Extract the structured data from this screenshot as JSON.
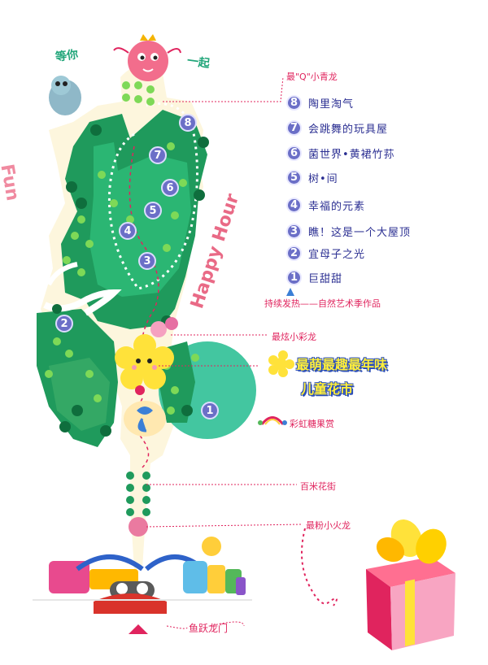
{
  "top_slogan": {
    "left": "等你",
    "right": "一起"
  },
  "side_texts": {
    "fun": "Fun",
    "happy_hour": "Happy Hour"
  },
  "callouts": {
    "top_dragon": "最\"Q\"小青龙",
    "mid_dragon": "最炫小彩龙",
    "flower_street": "百米花街",
    "pink_dragon": "最粉小火龙",
    "gate": "鱼跃龙门",
    "rainbow": "彩虹糖果赏"
  },
  "legend": [
    {
      "num": "8",
      "label": "陶里淘气"
    },
    {
      "num": "7",
      "label": "会跳舞的玩具屋"
    },
    {
      "num": "6",
      "label": "菌世界•黄裙竹荪"
    },
    {
      "num": "5",
      "label": "树•间"
    },
    {
      "num": "4",
      "label": "幸福的元素"
    },
    {
      "num": "3",
      "label": "瞧！这是一个大屋顶"
    },
    {
      "num": "2",
      "label": "宜母子之光"
    },
    {
      "num": "1",
      "label": "巨甜甜"
    }
  ],
  "legend_footer": "持续发热——自然艺术季作品",
  "banner": {
    "title": "最萌最趣最年味",
    "subtitle": "儿童花市"
  },
  "map_numbers": [
    "1",
    "2",
    "3",
    "4",
    "5",
    "6",
    "7",
    "8"
  ],
  "colors": {
    "park_green": "#1f9a5c",
    "light_green": "#7ed957",
    "teal": "#43c6a0",
    "accent_pink": "#e0245e",
    "legend_blue": "#2b2f92",
    "badge_purple": "#6b6fc7"
  }
}
